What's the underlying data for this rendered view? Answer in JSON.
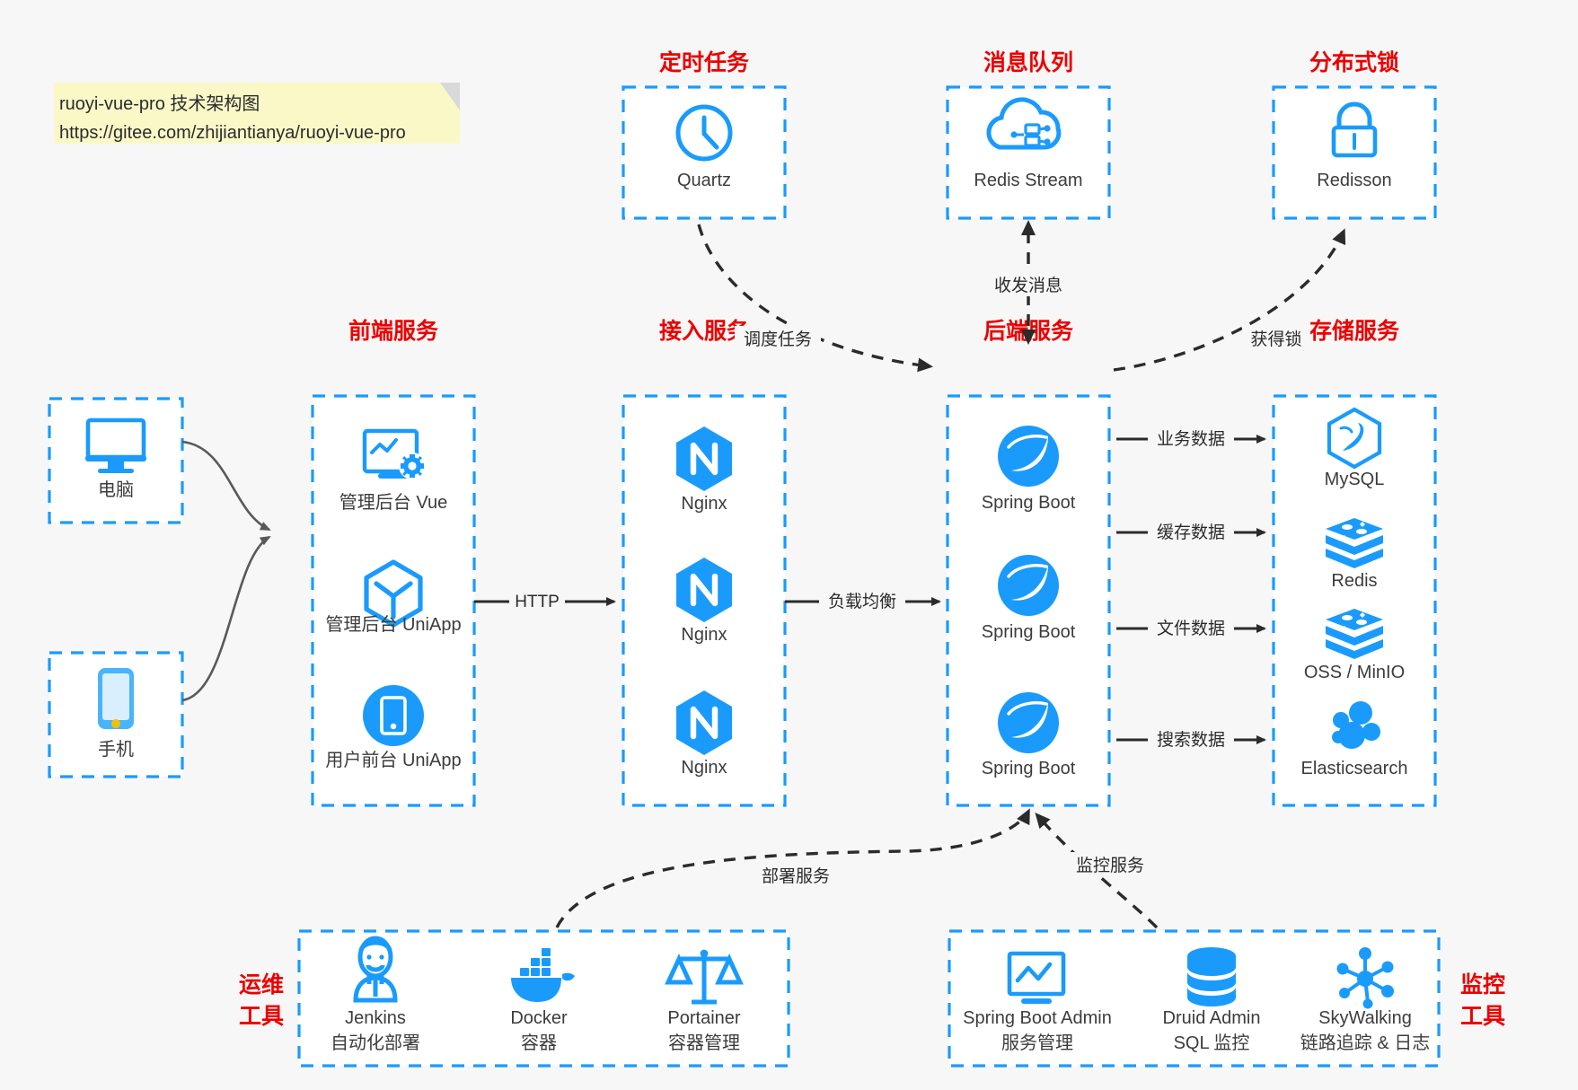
{
  "note": {
    "line1": "ruoyi-vue-pro 技术架构图",
    "line2": "https://gitee.com/zhijiantianya/ruoyi-vue-pro"
  },
  "colors": {
    "accent_blue": "#1a9bfc",
    "title_red": "#ec0000",
    "background": "#f7f7f7",
    "edge_dark": "#2b2b2b",
    "note_yellow": "#fbf8c8"
  },
  "groups": {
    "scheduled_task": {
      "title": "定时任务",
      "nodes": [
        {
          "label": "Quartz",
          "icon": "clock-icon"
        }
      ]
    },
    "message_queue": {
      "title": "消息队列",
      "nodes": [
        {
          "label": "Redis Stream",
          "icon": "cloud-network-icon"
        }
      ]
    },
    "distributed_lock": {
      "title": "分布式锁",
      "nodes": [
        {
          "label": "Redisson",
          "icon": "lock-icon"
        }
      ]
    },
    "clients": {
      "nodes": [
        {
          "label": "电脑",
          "icon": "desktop-icon"
        },
        {
          "label": "手机",
          "icon": "mobile-phone-icon"
        }
      ]
    },
    "frontend": {
      "title": "前端服务",
      "nodes": [
        {
          "label": "管理后台 Vue",
          "icon": "dashboard-gear-icon"
        },
        {
          "label": "管理后台 UniApp",
          "icon": "hexagon-cube-icon"
        },
        {
          "label": "用户前台 UniApp",
          "icon": "mobile-circle-icon"
        }
      ]
    },
    "gateway": {
      "title": "接入服务",
      "nodes": [
        {
          "label": "Nginx",
          "icon": "nginx-icon"
        },
        {
          "label": "Nginx",
          "icon": "nginx-icon"
        },
        {
          "label": "Nginx",
          "icon": "nginx-icon"
        }
      ]
    },
    "backend": {
      "title": "后端服务",
      "nodes": [
        {
          "label": "Spring Boot",
          "icon": "spring-boot-icon"
        },
        {
          "label": "Spring Boot",
          "icon": "spring-boot-icon"
        },
        {
          "label": "Spring Boot",
          "icon": "spring-boot-icon"
        }
      ]
    },
    "storage": {
      "title": "存储服务",
      "nodes": [
        {
          "label": "MySQL",
          "icon": "mysql-dolphin-icon"
        },
        {
          "label": "Redis",
          "icon": "redis-stack-icon"
        },
        {
          "label": "OSS / MinIO",
          "icon": "redis-stack-icon"
        },
        {
          "label": "Elasticsearch",
          "icon": "elasticsearch-icon"
        }
      ]
    },
    "ops_tools": {
      "title_line1": "运维",
      "title_line2": "工具",
      "nodes": [
        {
          "label": "Jenkins",
          "sub": "自动化部署",
          "icon": "jenkins-butler-icon"
        },
        {
          "label": "Docker",
          "sub": "容器",
          "icon": "docker-whale-icon"
        },
        {
          "label": "Portainer",
          "sub": "容器管理",
          "icon": "scales-balance-icon"
        }
      ]
    },
    "monitor_tools": {
      "title_line1": "监控",
      "title_line2": "工具",
      "nodes": [
        {
          "label": "Spring Boot Admin",
          "sub": "服务管理",
          "icon": "monitor-chart-icon"
        },
        {
          "label": "Druid Admin",
          "sub": "SQL 监控",
          "icon": "database-cylinder-icon"
        },
        {
          "label": "SkyWalking",
          "sub": "链路追踪 & 日志",
          "icon": "skywalking-node-icon"
        }
      ]
    }
  },
  "edges": [
    {
      "label": "HTTP",
      "from": "frontend",
      "to": "gateway",
      "style": "solid"
    },
    {
      "label": "负载均衡",
      "from": "gateway",
      "to": "backend",
      "style": "solid"
    },
    {
      "label": "调度任务",
      "from": "scheduled_task",
      "to": "backend",
      "style": "dashed"
    },
    {
      "label": "收发消息",
      "from": "message_queue",
      "to": "backend",
      "style": "dashed-bidirectional"
    },
    {
      "label": "获得锁",
      "from": "backend",
      "to": "distributed_lock",
      "style": "dashed"
    },
    {
      "label": "业务数据",
      "from": "backend",
      "to": "storage",
      "style": "solid"
    },
    {
      "label": "缓存数据",
      "from": "backend",
      "to": "storage",
      "style": "solid"
    },
    {
      "label": "文件数据",
      "from": "backend",
      "to": "storage",
      "style": "solid"
    },
    {
      "label": "搜索数据",
      "from": "backend",
      "to": "storage",
      "style": "solid"
    },
    {
      "label": "部署服务",
      "from": "ops_tools",
      "to": "backend",
      "style": "dashed"
    },
    {
      "label": "监控服务",
      "from": "monitor_tools",
      "to": "backend",
      "style": "dashed"
    }
  ]
}
